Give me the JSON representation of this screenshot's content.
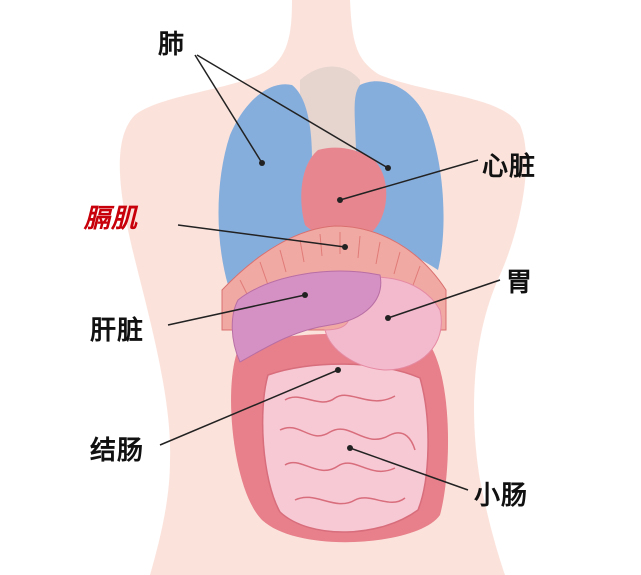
{
  "labels": {
    "lung": "肺",
    "heart": "心脏",
    "diaphragm": "膈肌",
    "stomach": "胃",
    "liver": "肝脏",
    "colon": "结肠",
    "small_intestine": "小肠"
  },
  "colors": {
    "skin": "#fbe3dc",
    "lung": "#86aedc",
    "heart": "#e8868f",
    "diaphragm": "#f1a9a4",
    "liver": "#d691c4",
    "stomach": "#f3b9cc",
    "colon": "#e7808a",
    "small_intestine": "#f7c9d4",
    "highlight_label": "#c8000a"
  }
}
